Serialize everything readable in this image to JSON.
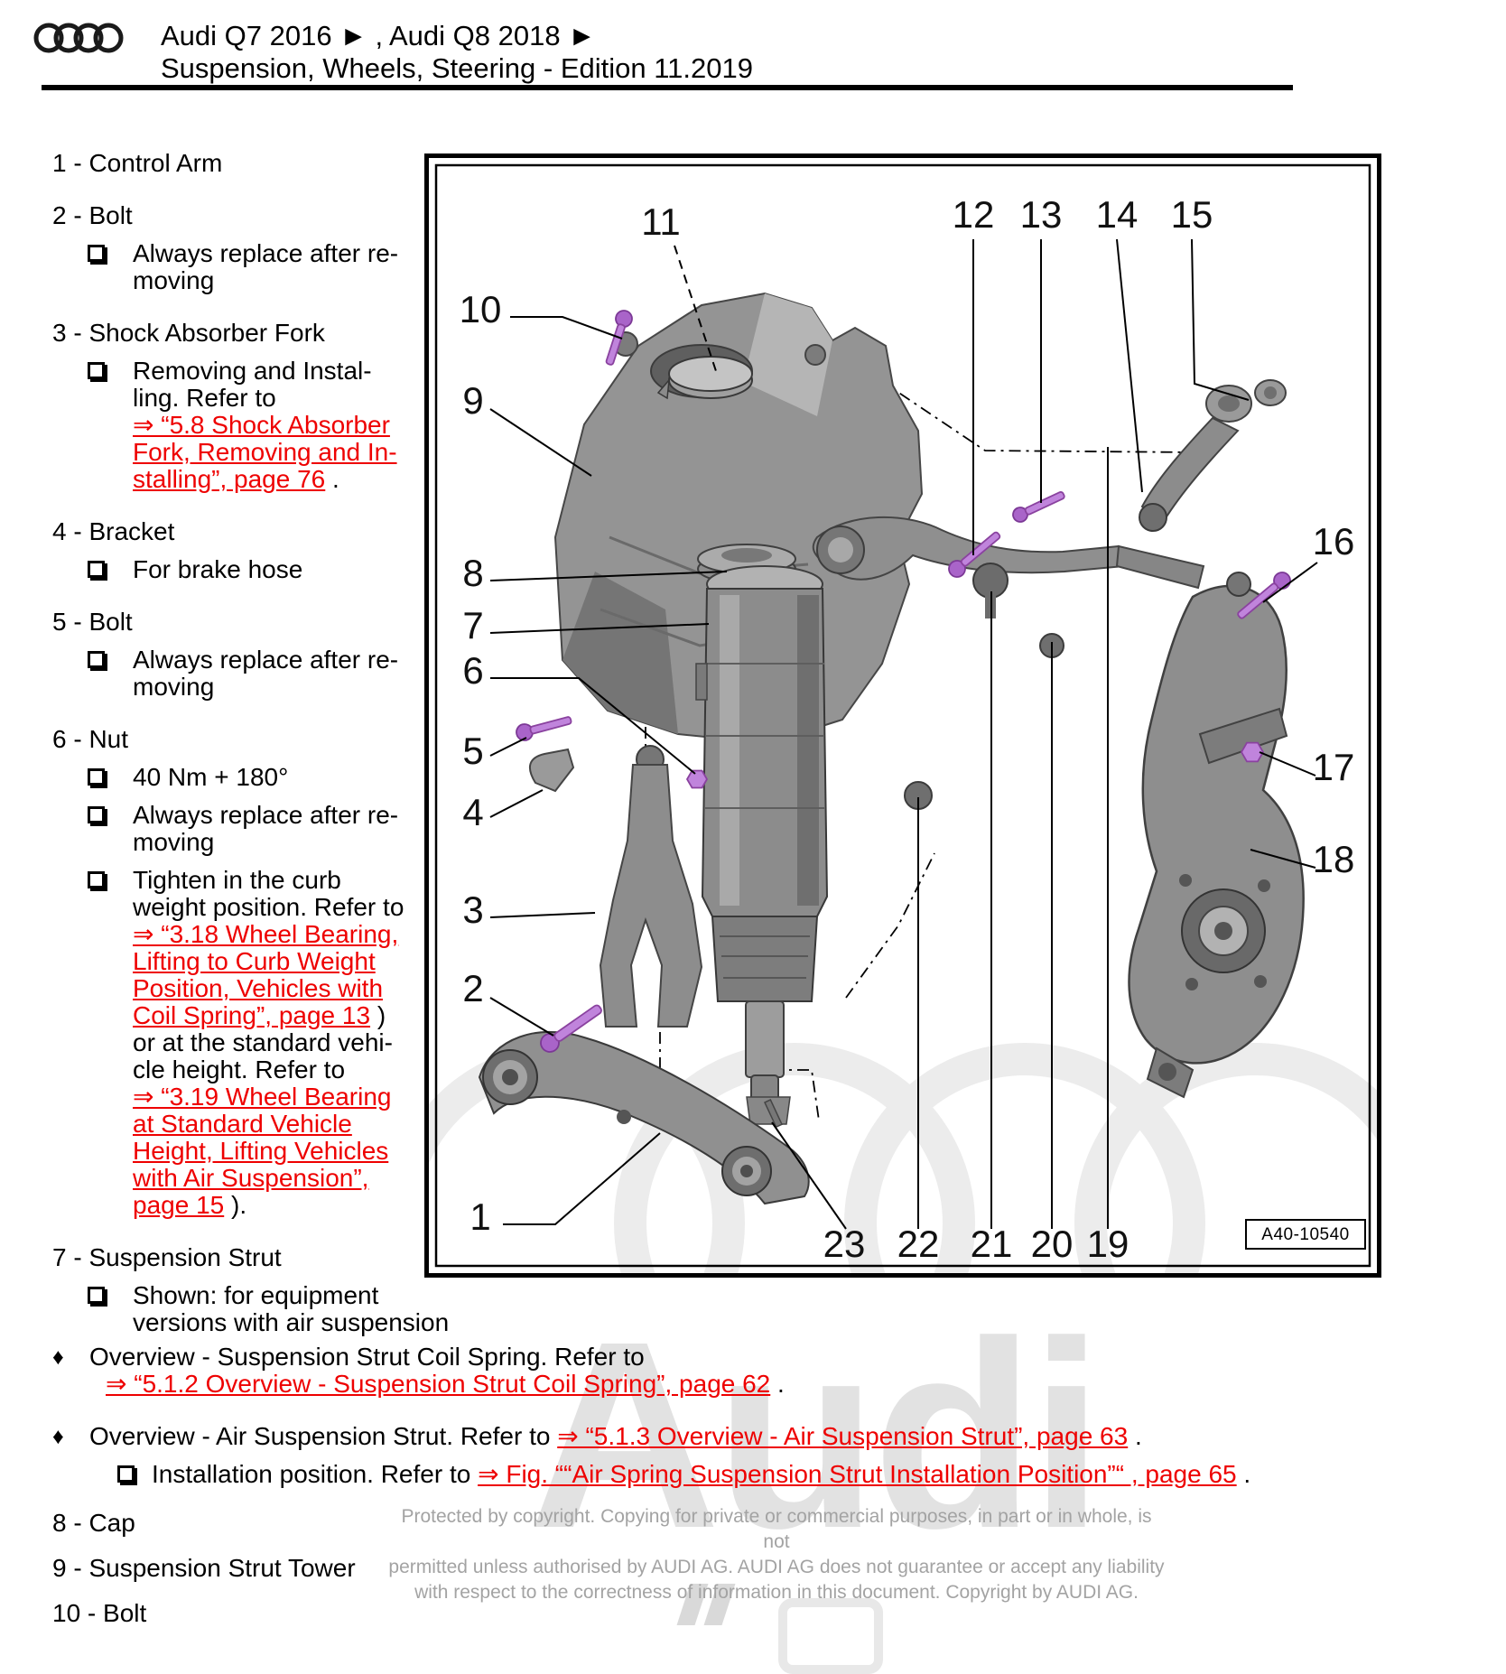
{
  "header": {
    "line1": "Audi Q7 2016 ► , Audi Q8 2018 ►",
    "line2": "Suspension, Wheels, Steering - Edition 11.2019"
  },
  "icons": {
    "diamond_bullet": "♦",
    "checkbox_bullet": "shadowed-square",
    "audi_rings": "four-overlapping-circles"
  },
  "parts_list": {
    "lines": [
      {
        "type": "item",
        "runs": [
          {
            "t": "1 - Control Arm"
          }
        ]
      },
      {
        "type": "item",
        "runs": [
          {
            "t": "2 - Bolt"
          }
        ]
      },
      {
        "type": "sub",
        "runs": [
          {
            "t": "Always replace after re-"
          }
        ]
      },
      {
        "type": "cont",
        "runs": [
          {
            "t": "moving"
          }
        ]
      },
      {
        "type": "item",
        "runs": [
          {
            "t": "3 - Shock Absorber Fork"
          }
        ]
      },
      {
        "type": "sub",
        "runs": [
          {
            "t": "Removing and Instal-"
          }
        ]
      },
      {
        "type": "cont",
        "runs": [
          {
            "t": "ling. Refer to"
          }
        ]
      },
      {
        "type": "cont",
        "runs": [
          {
            "t": "⇒ “5.8 Shock Absorber",
            "link": true
          }
        ]
      },
      {
        "type": "cont",
        "runs": [
          {
            "t": "Fork, Removing and In-",
            "link": true
          }
        ]
      },
      {
        "type": "cont",
        "runs": [
          {
            "t": "stalling”, page 76",
            "link": true
          },
          {
            "t": " ."
          }
        ]
      },
      {
        "type": "item",
        "runs": [
          {
            "t": "4 - Bracket"
          }
        ]
      },
      {
        "type": "sub",
        "runs": [
          {
            "t": "For brake hose"
          }
        ]
      },
      {
        "type": "item",
        "runs": [
          {
            "t": "5 - Bolt"
          }
        ]
      },
      {
        "type": "sub",
        "runs": [
          {
            "t": "Always replace after re-"
          }
        ]
      },
      {
        "type": "cont",
        "runs": [
          {
            "t": "moving"
          }
        ]
      },
      {
        "type": "item",
        "runs": [
          {
            "t": "6 - Nut"
          }
        ]
      },
      {
        "type": "sub",
        "runs": [
          {
            "t": "40 Nm + 180°"
          }
        ]
      },
      {
        "type": "sub",
        "runs": [
          {
            "t": "Always replace after re-"
          }
        ]
      },
      {
        "type": "cont",
        "runs": [
          {
            "t": "moving"
          }
        ]
      },
      {
        "type": "sub",
        "runs": [
          {
            "t": "Tighten in the curb"
          }
        ]
      },
      {
        "type": "cont",
        "runs": [
          {
            "t": "weight position. Refer to"
          }
        ]
      },
      {
        "type": "cont",
        "runs": [
          {
            "t": "⇒ “3.18 Wheel Bearing,",
            "link": true
          }
        ]
      },
      {
        "type": "cont",
        "runs": [
          {
            "t": "Lifting to Curb Weight",
            "link": true
          }
        ]
      },
      {
        "type": "cont",
        "runs": [
          {
            "t": "Position, Vehicles with",
            "link": true
          }
        ]
      },
      {
        "type": "cont",
        "runs": [
          {
            "t": "Coil Spring”, page 13",
            "link": true
          },
          {
            "t": " )"
          }
        ]
      },
      {
        "type": "cont",
        "runs": [
          {
            "t": "or at the standard vehi-"
          }
        ]
      },
      {
        "type": "cont",
        "runs": [
          {
            "t": "cle height. Refer to"
          }
        ]
      },
      {
        "type": "cont",
        "runs": [
          {
            "t": "⇒ “3.19 Wheel Bearing",
            "link": true
          }
        ]
      },
      {
        "type": "cont",
        "runs": [
          {
            "t": "at Standard Vehicle",
            "link": true
          }
        ]
      },
      {
        "type": "cont",
        "runs": [
          {
            "t": "Height, Lifting Vehicles",
            "link": true
          }
        ]
      },
      {
        "type": "cont",
        "runs": [
          {
            "t": "with Air Suspension”,",
            "link": true
          }
        ]
      },
      {
        "type": "cont",
        "runs": [
          {
            "t": "page 15",
            "link": true
          },
          {
            "t": " )."
          }
        ]
      },
      {
        "type": "item",
        "runs": [
          {
            "t": "7 - Suspension Strut"
          }
        ]
      },
      {
        "type": "sub",
        "runs": [
          {
            "t": "Shown: for equipment"
          }
        ]
      },
      {
        "type": "cont",
        "runs": [
          {
            "t": "versions with air suspension"
          }
        ]
      }
    ]
  },
  "notes": {
    "lines": [
      {
        "type": "diamond",
        "runs": [
          {
            "t": "Overview - Suspension Strut Coil Spring. Refer to"
          }
        ]
      },
      {
        "type": "dcont",
        "runs": [
          {
            "t": "⇒ “5.1.2 Overview - Suspension Strut Coil Spring”, page 62",
            "link": true
          },
          {
            "t": " ."
          }
        ]
      },
      {
        "type": "diamond",
        "runs": [
          {
            "t": "Overview - Air Suspension Strut. Refer to "
          },
          {
            "t": "⇒ “5.1.3 Overview - Air Suspension Strut”, page 63",
            "link": true
          },
          {
            "t": " ."
          }
        ]
      },
      {
        "type": "dsub",
        "runs": [
          {
            "t": "Installation position. Refer to "
          },
          {
            "t": "⇒ Fig. ““Air Spring Suspension Strut Installation Position”“ , page 65",
            "link": true
          },
          {
            "t": " ."
          }
        ]
      }
    ]
  },
  "bottom_items": [
    "8 - Cap",
    "9 - Suspension Strut Tower",
    "10 - Bolt"
  ],
  "copyright": [
    "Protected by copyright. Copying for private or commercial purposes, in part or in whole, is not",
    "permitted unless authorised by AUDI AG. AUDI AG does not guarantee or accept any liability",
    "with respect to the correctness of information in this document. Copyright by AUDI AG."
  ],
  "watermark_text": "Audi",
  "diagram": {
    "figure_id": "A40-10540",
    "callouts": [
      "1",
      "2",
      "3",
      "4",
      "5",
      "6",
      "7",
      "8",
      "9",
      "10",
      "11",
      "12",
      "13",
      "14",
      "15",
      "16",
      "17",
      "18",
      "19",
      "20",
      "21",
      "22",
      "23"
    ]
  },
  "colors": {
    "link_red": "#ee0000",
    "copyright_gray": "#a3a3a3",
    "fastener_purple": "#c084dc",
    "watermark_gray": "#e2e2e2"
  }
}
